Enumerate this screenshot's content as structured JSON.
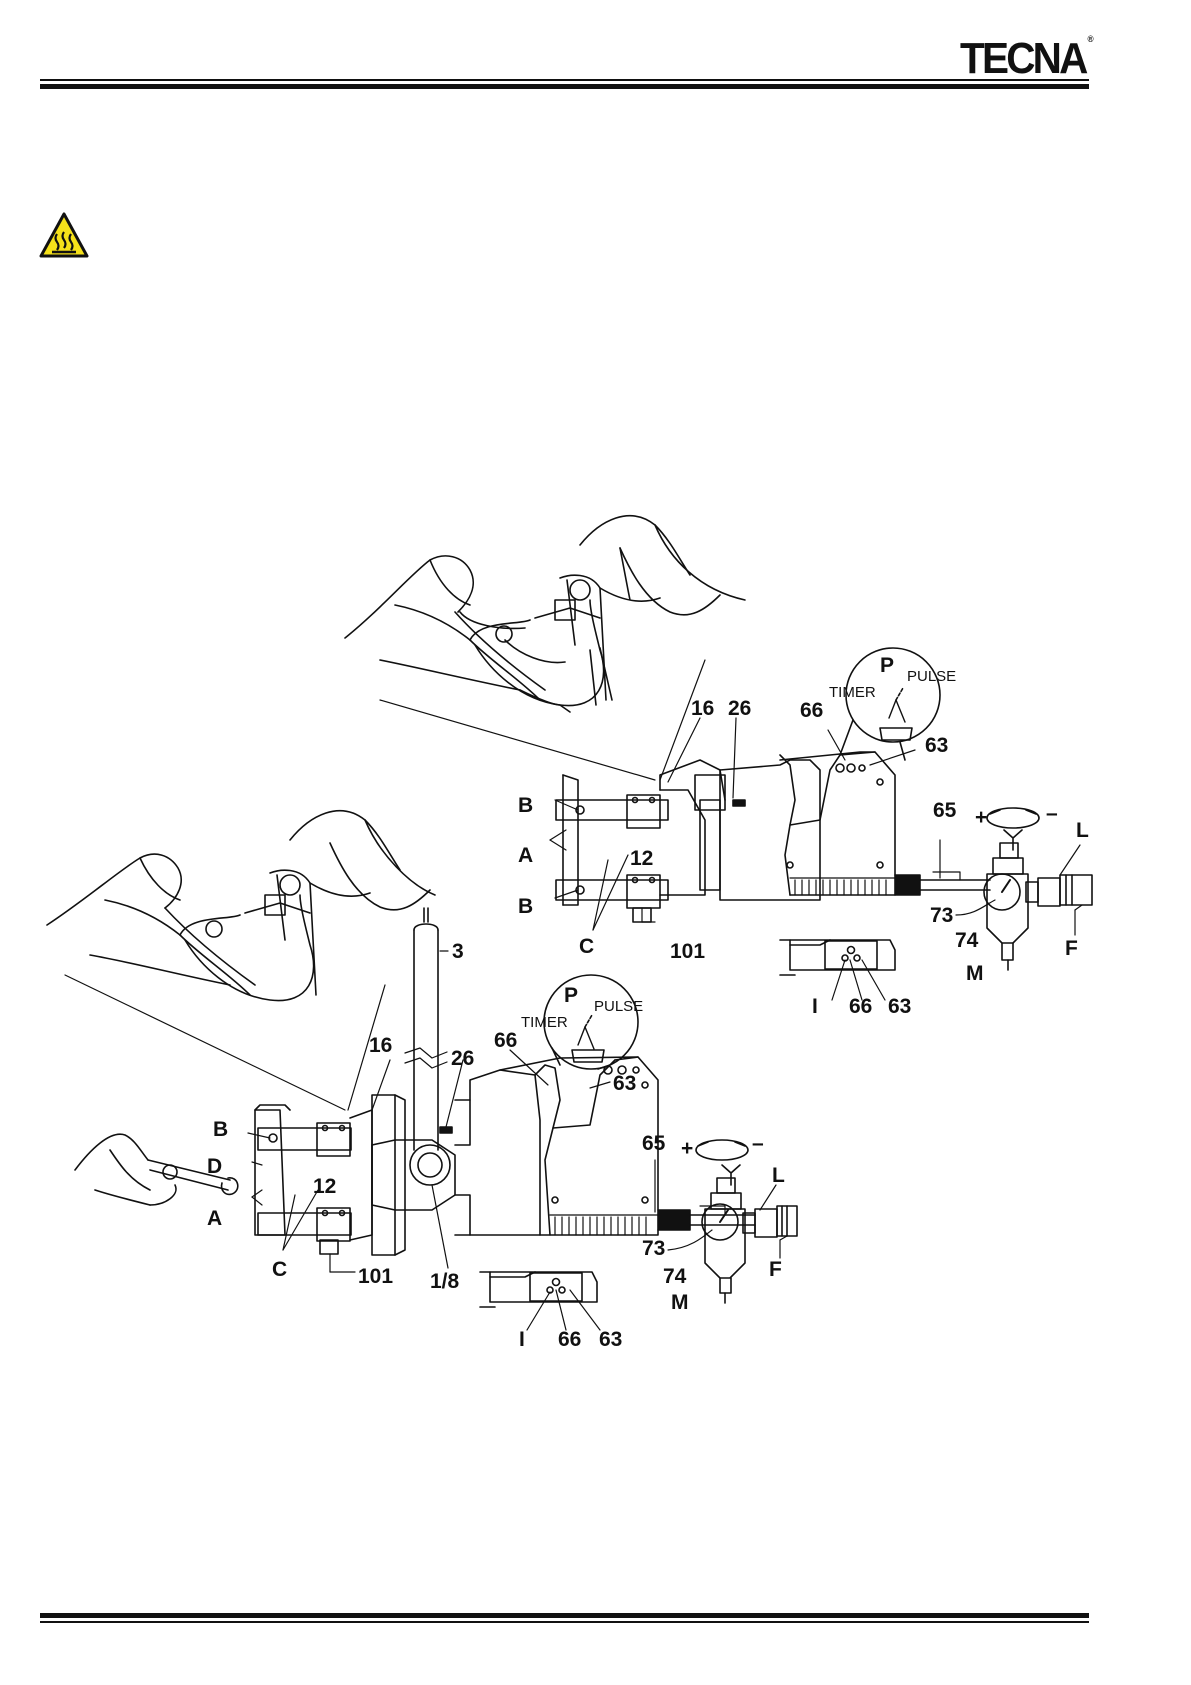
{
  "header": {
    "brand": "TECNA",
    "brand_mark": "®"
  },
  "warning_icon": "hot-surface-icon",
  "figure_upper": {
    "callouts": [
      "16",
      "26",
      "66",
      "63",
      "B",
      "A",
      "B",
      "C",
      "12",
      "101",
      "65",
      "73",
      "74",
      "L",
      "F",
      "M",
      "I",
      "66",
      "63",
      "+",
      "–"
    ],
    "switch": {
      "title": "P",
      "left": "TIMER",
      "right": "PULSE"
    }
  },
  "figure_lower": {
    "callouts": [
      "3",
      "16",
      "26",
      "66",
      "63",
      "B",
      "D",
      "A",
      "C",
      "12",
      "101",
      "1/8",
      "65",
      "73",
      "74",
      "L",
      "F",
      "M",
      "I",
      "66",
      "63",
      "+",
      "–"
    ],
    "switch": {
      "title": "P",
      "left": "TIMER",
      "right": "PULSE"
    }
  }
}
